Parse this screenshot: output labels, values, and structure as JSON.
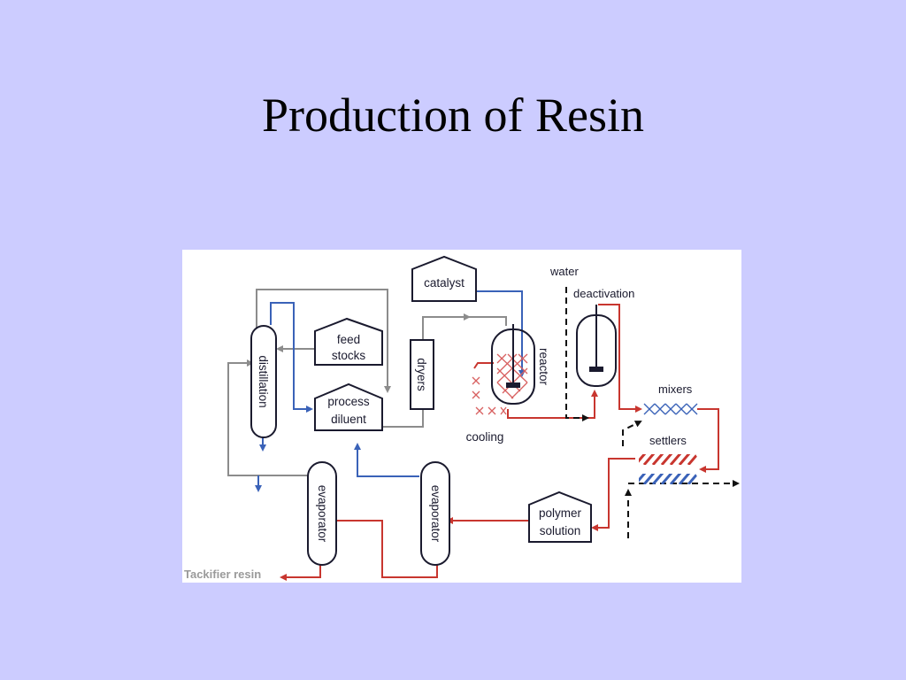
{
  "slide": {
    "title": "Production of Resin"
  },
  "diagram": {
    "labels": {
      "catalyst": "catalyst",
      "feed_stocks_1": "feed",
      "feed_stocks_2": "stocks",
      "process_diluent_1": "process",
      "process_diluent_2": "diluent",
      "distillation": "distillation",
      "dryers": "dryers",
      "reactor": "reactor",
      "cooling": "cooling",
      "water": "water",
      "deactivation": "deactivation",
      "mixers": "mixers",
      "settlers": "settlers",
      "polymer_solution_1": "polymer",
      "polymer_solution_2": "solution",
      "evaporator_left": "evaporator",
      "evaporator_right": "evaporator",
      "tackifier_resin": "Tackifier resin"
    },
    "colors": {
      "gray_flow": "#8c8c8c",
      "blue_flow": "#3a62b8",
      "red_flow": "#c8362f",
      "outline": "#1a1a2e",
      "background": "#ffffff"
    }
  }
}
